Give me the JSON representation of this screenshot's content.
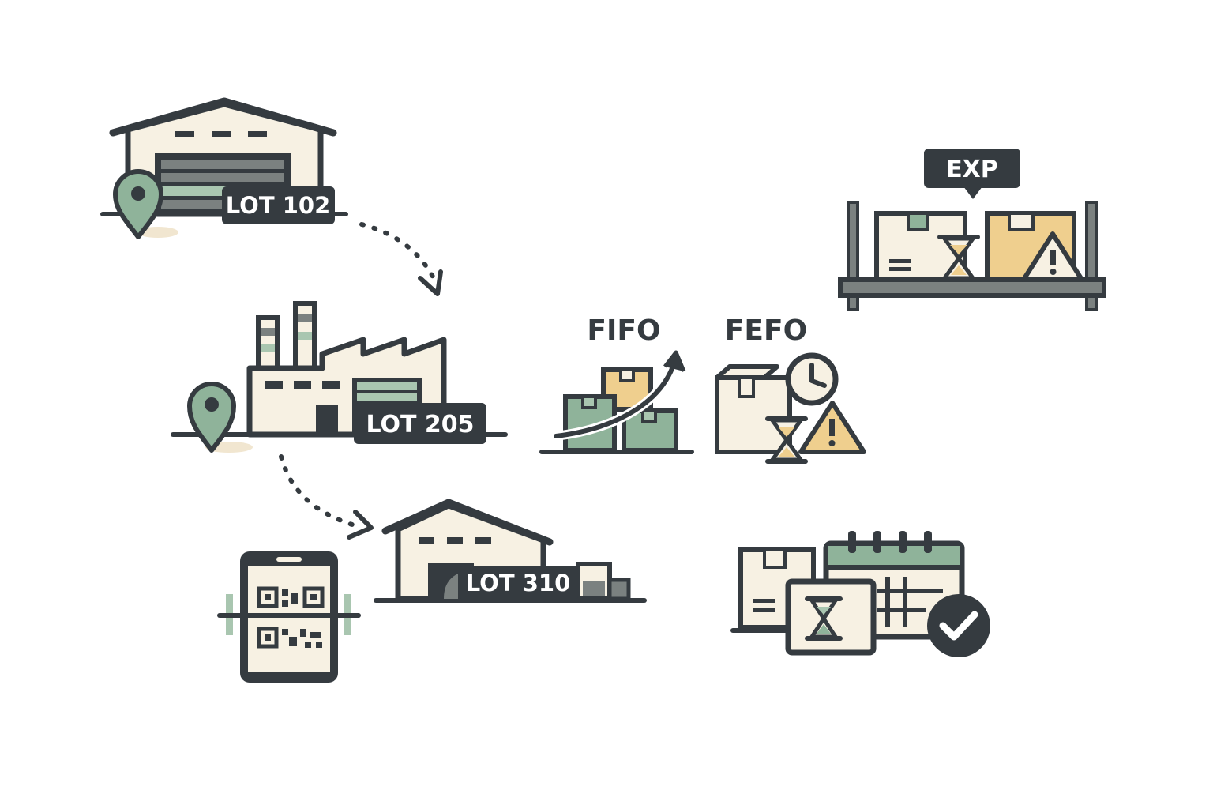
{
  "colors": {
    "ink": "#353b40",
    "cream": "#f7f1e3",
    "sage": "#8fb39a",
    "sage_light": "#a9c6b0",
    "sand": "#efcf8e",
    "gray": "#7b8180",
    "white": "#ffffff"
  },
  "lots": {
    "lot_a": "LOT 102",
    "lot_b": "LOT 205",
    "lot_c": "LOT 310"
  },
  "methods": {
    "fifo": "FIFO",
    "fefo": "FEFO"
  },
  "shelf": {
    "exp_label": "EXP"
  },
  "icons": [
    "warehouse-icon",
    "location-pin-icon",
    "factory-icon",
    "distribution-warehouse-icon",
    "qr-scanner-phone-icon",
    "fifo-boxes-icon",
    "fefo-boxes-icon",
    "clock-icon",
    "hourglass-icon",
    "warning-icon",
    "expiry-shelf-icon",
    "calendar-icon",
    "check-icon"
  ]
}
